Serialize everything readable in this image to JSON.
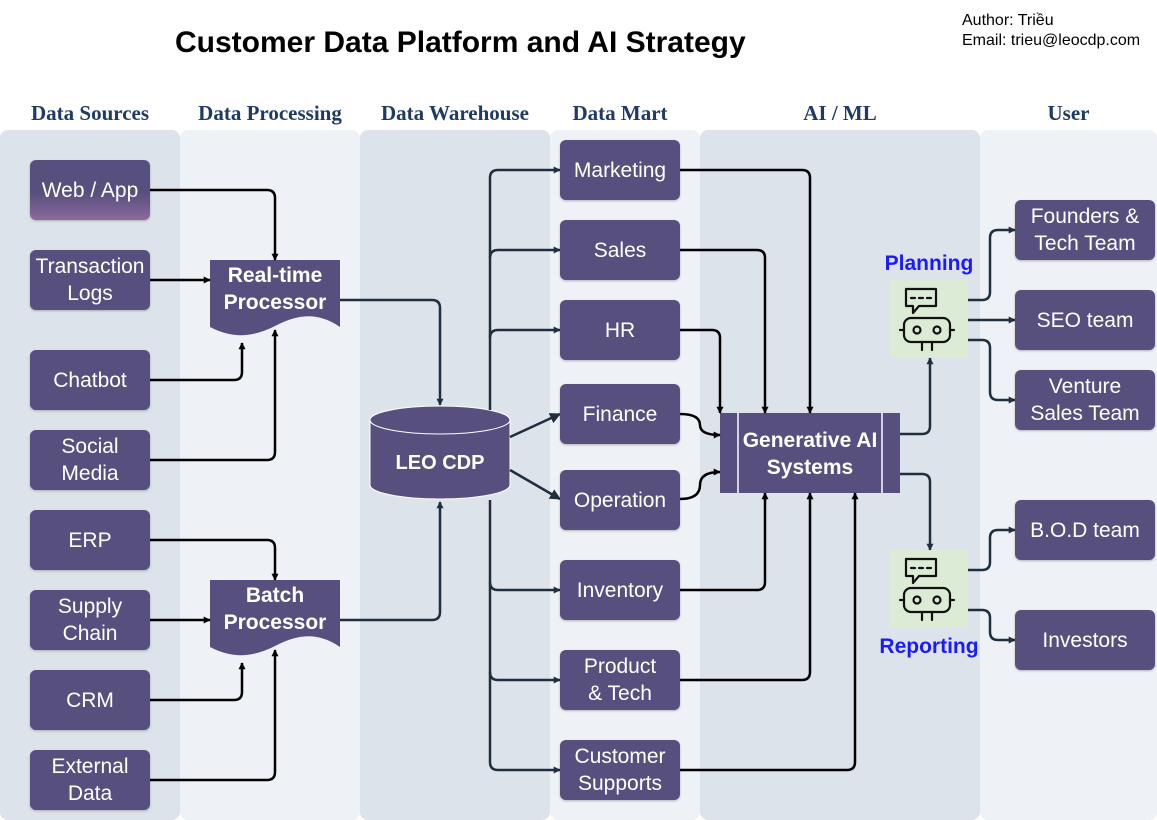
{
  "title": "Customer Data Platform and AI Strategy",
  "author": {
    "name_line": "Author: Triều",
    "email_line": "Email: trieu@leocdp.com"
  },
  "lanes": [
    {
      "id": "sources",
      "label": "Data Sources"
    },
    {
      "id": "processing",
      "label": "Data Processing"
    },
    {
      "id": "warehouse",
      "label": "Data Warehouse"
    },
    {
      "id": "mart",
      "label": "Data Mart"
    },
    {
      "id": "aiml",
      "label": "AI / ML"
    },
    {
      "id": "user",
      "label": "User"
    }
  ],
  "sources": [
    {
      "id": "web-app",
      "lines": [
        "Web / App"
      ]
    },
    {
      "id": "transaction-logs",
      "lines": [
        "Transaction",
        "Logs"
      ]
    },
    {
      "id": "chatbot",
      "lines": [
        "Chatbot"
      ]
    },
    {
      "id": "social-media",
      "lines": [
        "Social",
        "Media"
      ]
    },
    {
      "id": "erp",
      "lines": [
        "ERP"
      ]
    },
    {
      "id": "supply-chain",
      "lines": [
        "Supply",
        "Chain"
      ]
    },
    {
      "id": "crm",
      "lines": [
        "CRM"
      ]
    },
    {
      "id": "external-data",
      "lines": [
        "External",
        "Data"
      ]
    }
  ],
  "processors": [
    {
      "id": "realtime",
      "lines": [
        "Real-time",
        "Processor"
      ]
    },
    {
      "id": "batch",
      "lines": [
        "Batch",
        "Processor"
      ]
    }
  ],
  "warehouse": {
    "label": "LEO CDP"
  },
  "marts": [
    {
      "id": "marketing",
      "lines": [
        "Marketing"
      ]
    },
    {
      "id": "sales",
      "lines": [
        "Sales"
      ]
    },
    {
      "id": "hr",
      "lines": [
        "HR"
      ]
    },
    {
      "id": "finance",
      "lines": [
        "Finance"
      ]
    },
    {
      "id": "operation",
      "lines": [
        "Operation"
      ]
    },
    {
      "id": "inventory",
      "lines": [
        "Inventory"
      ]
    },
    {
      "id": "product-tech",
      "lines": [
        "Product",
        "& Tech"
      ]
    },
    {
      "id": "customer-supports",
      "lines": [
        "Customer",
        "Supports"
      ]
    }
  ],
  "ai": {
    "lines": [
      "Generative AI",
      "Systems"
    ]
  },
  "agents": [
    {
      "id": "planning",
      "label": "Planning"
    },
    {
      "id": "reporting",
      "label": "Reporting"
    }
  ],
  "users": [
    {
      "id": "founders",
      "lines": [
        "Founders &",
        "Tech Team"
      ]
    },
    {
      "id": "seo",
      "lines": [
        "SEO team"
      ]
    },
    {
      "id": "venture",
      "lines": [
        "Venture",
        "Sales Team"
      ]
    },
    {
      "id": "bod",
      "lines": [
        "B.O.D team"
      ]
    },
    {
      "id": "investors",
      "lines": [
        "Investors"
      ]
    }
  ],
  "colors": {
    "box": "#57507e",
    "lane_light": "#eef1f5",
    "lane_dark": "#dde3ea",
    "arrow_dark": "#1f2f3f",
    "arrow_black": "#000000",
    "agent_bg": "#dcebd6",
    "agent_label": "#1a1aff",
    "lane_header": "#1f3b63"
  }
}
